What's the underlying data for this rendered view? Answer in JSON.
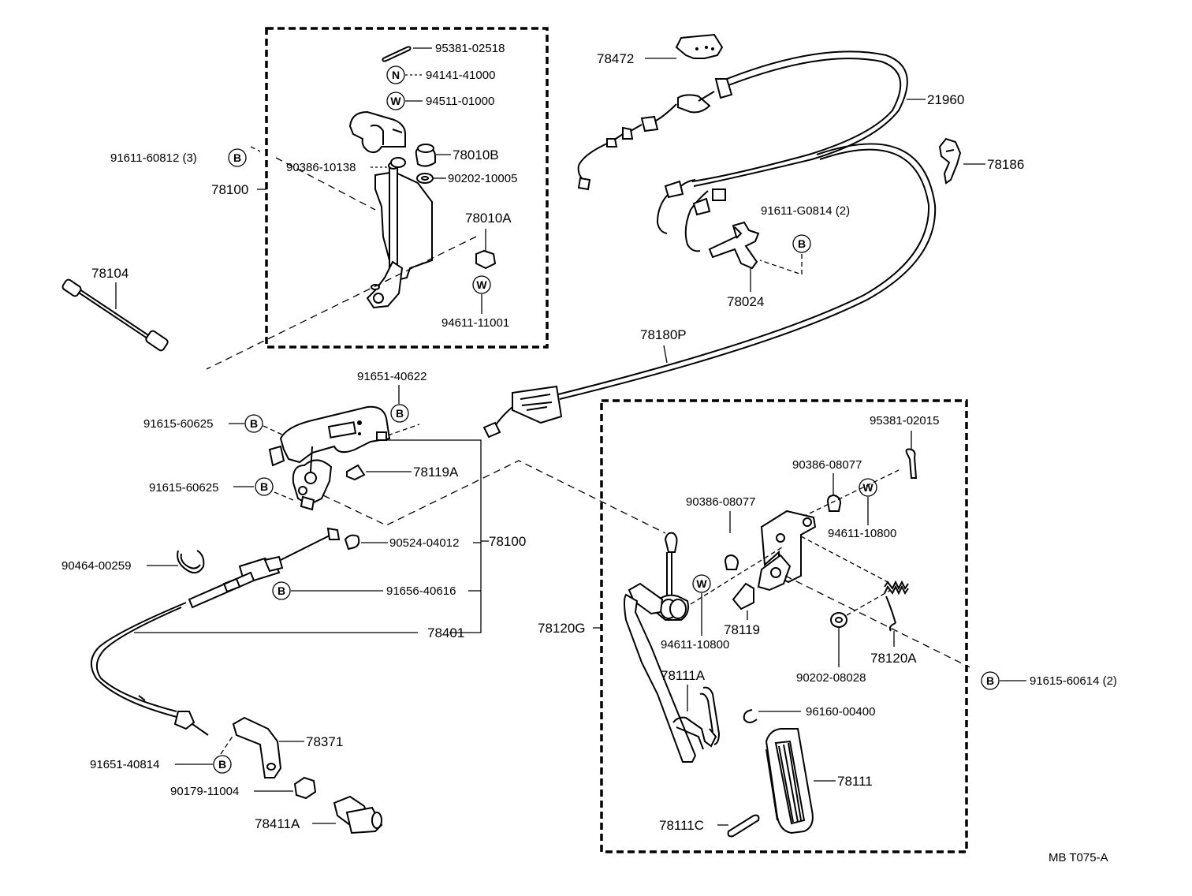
{
  "diagram_code": "MB  T075-A",
  "labels": {
    "p95381_02518": "95381-02518",
    "p94141_41000": "94141-41000",
    "p94511_01000": "94511-01000",
    "p91611_60812": "91611-60812 (3)",
    "p90386_10138": "90386-10138",
    "p78010B": "78010B",
    "p90202_10005": "90202-10005",
    "p78100_top": "78100",
    "p78010A": "78010A",
    "p78104": "78104",
    "p94611_11001": "94611-11001",
    "p78472": "78472",
    "p21960": "21960",
    "p78186": "78186",
    "p91611_G0814": "91611-G0814 (2)",
    "p78024": "78024",
    "p78180P": "78180P",
    "p91651_40622": "91651-40622",
    "p91615_60625_a": "91615-60625",
    "p91615_60625_b": "91615-60625",
    "p78119A": "78119A",
    "p90524_04012": "90524-04012",
    "p78100_mid": "78100",
    "p90464_00259": "90464-00259",
    "p91656_40616": "91656-40616",
    "p78401": "78401",
    "p91651_40814": "91651-40814",
    "p78371": "78371",
    "p90179_11004": "90179-11004",
    "p78411A": "78411A",
    "p95381_02015": "95381-02015",
    "p90386_08077_a": "90386-08077",
    "p90386_08077_b": "90386-08077",
    "p94611_10800_a": "94611-10800",
    "p78120G": "78120G",
    "p94611_10800_b": "94611-10800",
    "p78119": "78119",
    "p90202_08028": "90202-08028",
    "p78120A": "78120A",
    "p91615_60614": "91615-60614 (2)",
    "p78111A": "78111A",
    "p96160_00400": "96160-00400",
    "p78111": "78111",
    "p78111C": "78111C"
  },
  "symbols": {
    "bolt": "B",
    "nut": "N",
    "washer": "W"
  }
}
